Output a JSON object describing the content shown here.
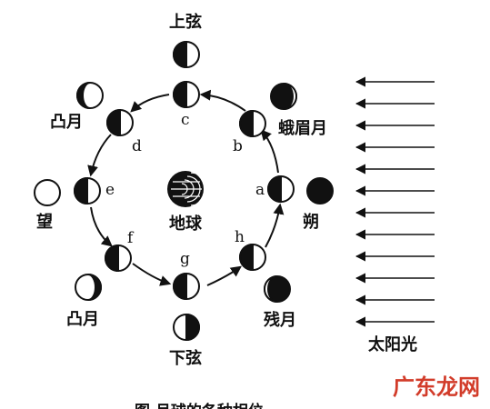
{
  "diagram": {
    "center_label": "地球",
    "sunlight_label": "太阳光",
    "orbit_points": [
      {
        "letter": "a",
        "phase_label": "朔"
      },
      {
        "letter": "b",
        "phase_label": "蛾眉月"
      },
      {
        "letter": "c",
        "phase_label": "上弦"
      },
      {
        "letter": "d",
        "phase_label": "凸月"
      },
      {
        "letter": "e",
        "phase_label": "望"
      },
      {
        "letter": "f",
        "phase_label": "凸月"
      },
      {
        "letter": "g",
        "phase_label": "下弦"
      },
      {
        "letter": "h",
        "phase_label": "残月"
      }
    ],
    "caption": "图    月球的各种相位",
    "watermark": "广东龙网"
  },
  "colors": {
    "ink": "#111111",
    "watermark": "#d23c2a"
  }
}
